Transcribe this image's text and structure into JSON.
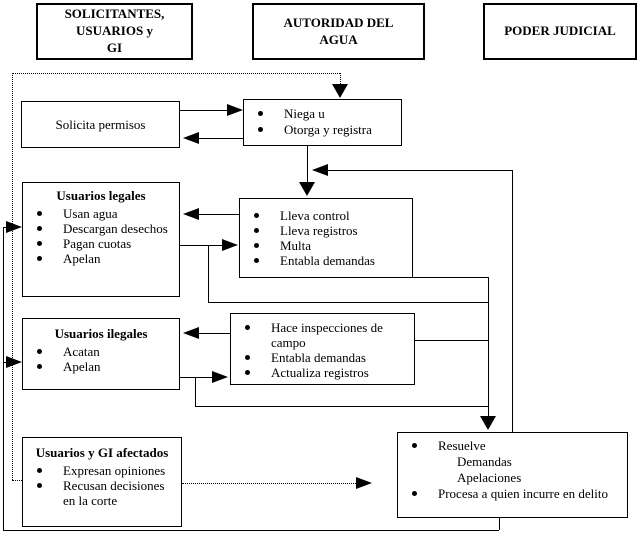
{
  "headers": {
    "solicitantes": "SOLICITANTES,\nUSUARIOS y\nGI",
    "autoridad": "AUTORIDAD DEL\nAGUA",
    "poder_judicial": "PODER JUDICIAL"
  },
  "boxes": {
    "solicita": {
      "label": "Solicita permisos"
    },
    "niega": {
      "items": [
        "Niega u",
        "Otorga y registra"
      ]
    },
    "legales": {
      "title": "Usuarios legales",
      "items": [
        "Usan agua",
        "Descargan desechos",
        "Pagan cuotas",
        "Apelan"
      ]
    },
    "lleva": {
      "items": [
        "Lleva control",
        "Lleva registros",
        "Multa",
        "Entabla demandas"
      ]
    },
    "ilegales": {
      "title": "Usuarios ilegales",
      "items": [
        "Acatan",
        "Apelan"
      ]
    },
    "inspecciones": {
      "items": [
        "Hace inspecciones de\ncampo",
        "Entabla demandas",
        "Actualiza registros"
      ]
    },
    "afectados": {
      "title": "Usuarios y GI afectados",
      "items": [
        "Expresan opiniones",
        "Recusan decisiones\nen la corte"
      ]
    },
    "resuelve": {
      "items": [
        {
          "label": "Resuelve",
          "children": [
            "Demandas",
            "Apelaciones"
          ]
        },
        {
          "label": "Procesa a quien incurre en delito",
          "children": []
        }
      ]
    }
  },
  "colors": {
    "line": "#000000",
    "background": "#ffffff",
    "text": "#000000"
  }
}
